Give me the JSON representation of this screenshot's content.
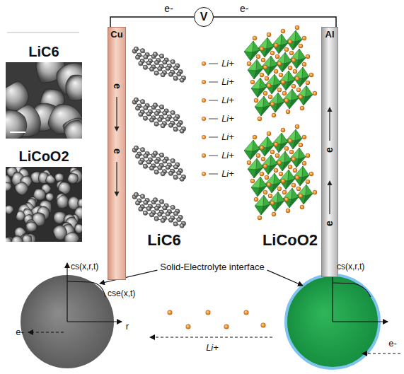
{
  "diagram": {
    "nodes": [
      {
        "text": [
          "LiC6"
        ]
      },
      {
        "text": [
          "LiCoO2"
        ]
      },
      {
        "text": [
          "Cu"
        ]
      },
      {
        "text": [
          "V"
        ]
      },
      {
        "text": [
          "Al"
        ]
      }
    ],
    "edges": [
      {
        "from": 2,
        "to": 3,
        "label": "e-",
        "arrow": "none"
      },
      {
        "from": 3,
        "to": 4,
        "label": "e-",
        "arrow": "none"
      }
    ],
    "labels": [
      "e",
      "e",
      "Li+",
      "Li+",
      "Li+",
      "Li+",
      "Li+",
      "Li+",
      "Li+",
      "e",
      "e",
      "LiC6",
      "LiCoO2",
      "cs(x,r,t)",
      "Solid-Electrolyte interface",
      "cse(x,t)",
      "cs(x,r,t)",
      "e-",
      "r",
      "Li+",
      "e-"
    ]
  }
}
